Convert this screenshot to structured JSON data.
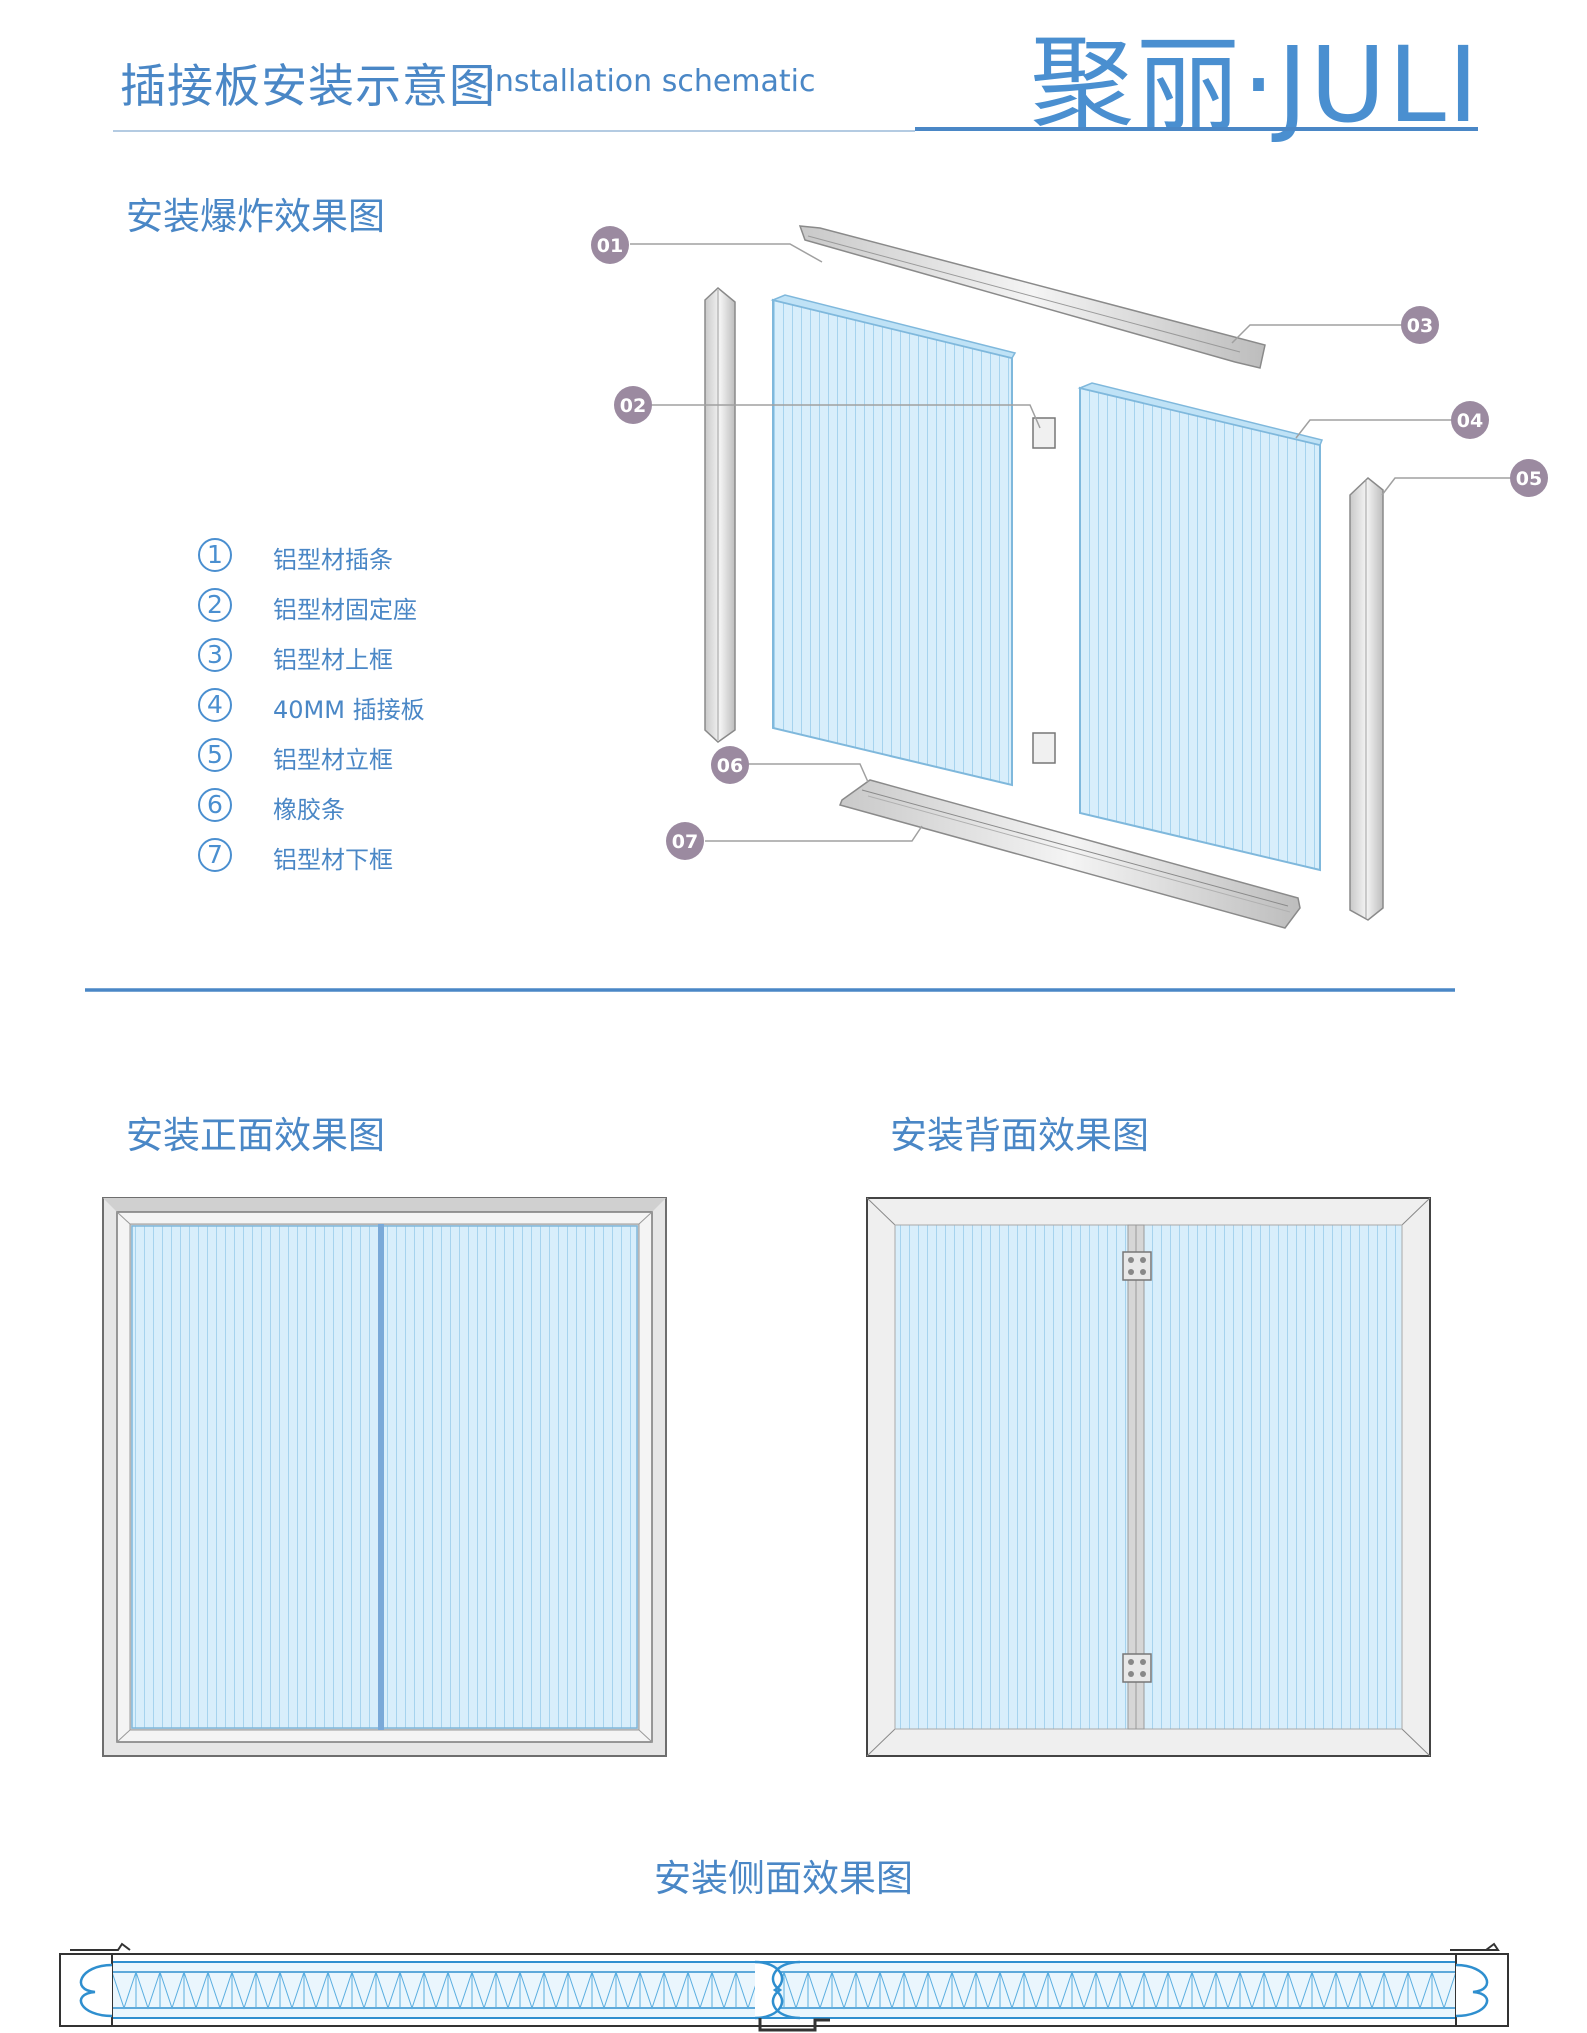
{
  "header": {
    "title_cn": "插接板安装示意图",
    "title_en": "Installation schematic",
    "brand": "聚丽·JULI"
  },
  "sections": {
    "exploded": "安装爆炸效果图",
    "front": "安装正面效果图",
    "back": "安装背面效果图",
    "side": "安装侧面效果图"
  },
  "legend": [
    {
      "num": "1",
      "label": "铝型材插条"
    },
    {
      "num": "2",
      "label": "铝型材固定座"
    },
    {
      "num": "3",
      "label": "铝型材上框"
    },
    {
      "num": "4",
      "label": "40MM 插接板"
    },
    {
      "num": "5",
      "label": "铝型材立框"
    },
    {
      "num": "6",
      "label": "橡胶条"
    },
    {
      "num": "7",
      "label": "铝型材下框"
    }
  ],
  "callouts": [
    "01",
    "02",
    "03",
    "04",
    "05",
    "06",
    "07"
  ],
  "colors": {
    "accent": "#4a87c6",
    "badge": "#9b8aa0",
    "panel_fill": "#d8eefb",
    "panel_line": "#8cc7e8",
    "frame": "#e3e3e3"
  }
}
